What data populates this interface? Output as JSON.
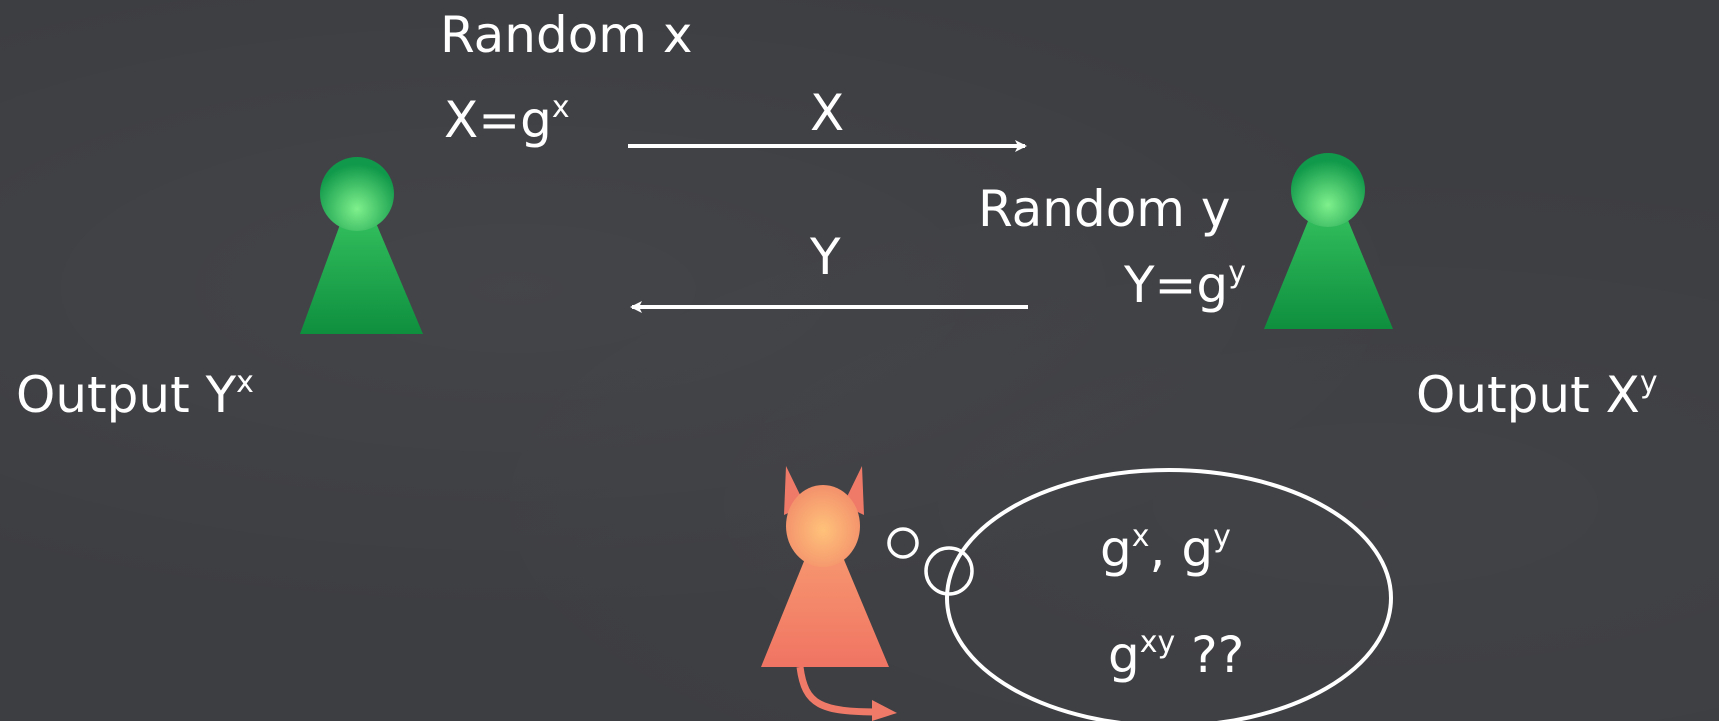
{
  "alice": {
    "line1": "Random x",
    "line2_base": "X=g",
    "line2_exp": "x",
    "output_base": "Output Y",
    "output_exp": "x"
  },
  "bob": {
    "line1": "Random y",
    "line2_base": "Y=g",
    "line2_exp": "y",
    "output_base": "Output X",
    "output_exp": "y"
  },
  "messages": {
    "to_bob": "X",
    "to_alice": "Y"
  },
  "eve_thought": {
    "line1_base1": "g",
    "line1_exp1": "x",
    "line1_sep": ", ",
    "line1_base2": "g",
    "line1_exp2": "y",
    "line2_base": "g",
    "line2_exp": "xy",
    "line2_suffix": " ??"
  },
  "colors": {
    "background": "#3d3e42",
    "party_green": "#15a64a",
    "party_green_light": "#6be07d",
    "eve_orange": "#f6a06e",
    "eve_red": "#f07a68",
    "chalk_white": "#ffffff"
  }
}
